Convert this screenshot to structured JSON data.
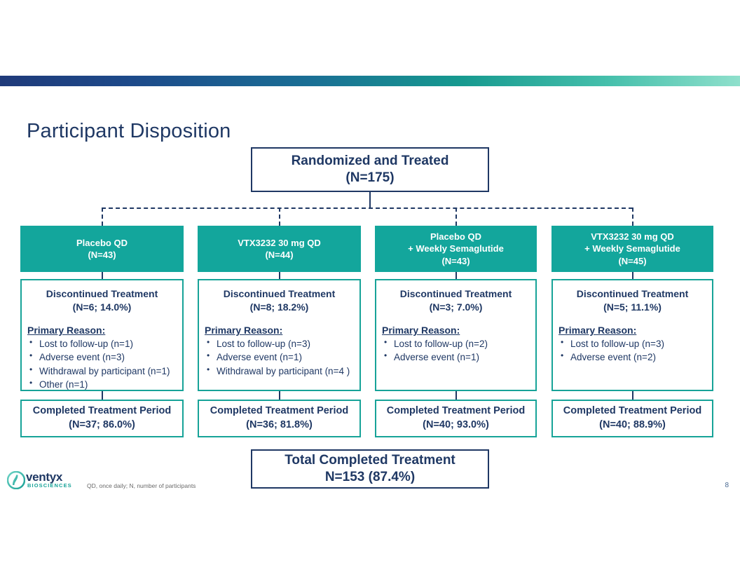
{
  "slide": {
    "title": "Participant Disposition",
    "page_number": "8",
    "footnote": "QD, once daily; N, number of participants",
    "accent_navy": "#1f3864",
    "accent_teal": "#13a69c",
    "gradient_from": "#1f3a7a",
    "gradient_to": "#8fe0cc"
  },
  "logo": {
    "wordmark": "ventyx",
    "subtitle": "BIOSCIENCES",
    "mark_color": "#17a398"
  },
  "flow": {
    "root": {
      "line1": "Randomized and Treated",
      "line2": "(N=175)"
    },
    "total": {
      "line1": "Total Completed Treatment",
      "line2": "N=153 (87.4%)"
    },
    "arms": [
      {
        "arm_lines": [
          "Placebo QD",
          "(N=43)"
        ],
        "discontinued": {
          "title": "Discontinued Treatment",
          "count": "(N=6; 14.0%)",
          "reason_label": "Primary Reason:",
          "reasons": [
            "Lost to follow-up (n=1)",
            "Adverse event (n=3)",
            "Withdrawal by participant (n=1)",
            "Other (n=1)"
          ]
        },
        "completed": {
          "title": "Completed Treatment Period",
          "count": "(N=37; 86.0%)"
        }
      },
      {
        "arm_lines": [
          "VTX3232 30 mg QD",
          "(N=44)"
        ],
        "discontinued": {
          "title": "Discontinued Treatment",
          "count": "(N=8; 18.2%)",
          "reason_label": "Primary Reason:",
          "reasons": [
            "Lost to follow-up (n=3)",
            "Adverse event (n=1)",
            "Withdrawal by participant (n=4 )"
          ]
        },
        "completed": {
          "title": "Completed Treatment Period",
          "count": "(N=36; 81.8%)"
        }
      },
      {
        "arm_lines": [
          "Placebo QD",
          "+ Weekly Semaglutide",
          "(N=43)"
        ],
        "discontinued": {
          "title": "Discontinued Treatment",
          "count": "(N=3; 7.0%)",
          "reason_label": "Primary Reason:",
          "reasons": [
            "Lost to follow-up (n=2)",
            "Adverse event (n=1)"
          ]
        },
        "completed": {
          "title": "Completed Treatment Period",
          "count": "(N=40; 93.0%)"
        }
      },
      {
        "arm_lines": [
          "VTX3232 30 mg QD",
          "+ Weekly Semaglutide",
          "(N=45)"
        ],
        "discontinued": {
          "title": "Discontinued Treatment",
          "count": "(N=5; 11.1%)",
          "reason_label": "Primary Reason:",
          "reasons": [
            "Lost to follow-up (n=3)",
            "Adverse event (n=2)"
          ]
        },
        "completed": {
          "title": "Completed Treatment Period",
          "count": "(N=40; 88.9%)"
        }
      }
    ]
  }
}
